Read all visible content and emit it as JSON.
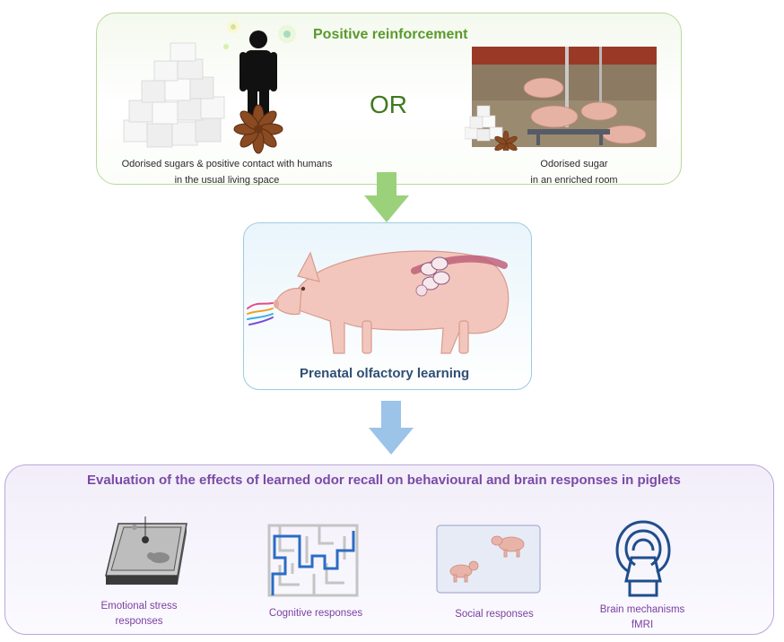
{
  "positive_reinforcement": {
    "title": "Positive reinforcement",
    "or_label": "OR",
    "option_left_caption_line1": "Odorised sugars & positive contact with humans",
    "option_left_caption_line2": "in the usual living space",
    "option_right_caption_line1": "Odorised sugar",
    "option_right_caption_line2": "in an enriched room"
  },
  "prenatal": {
    "title": "Prenatal olfactory learning"
  },
  "evaluation": {
    "title": "Evaluation of the effects of learned odor recall on behavioural and brain responses in piglets",
    "items": [
      {
        "label_line1": "Emotional stress",
        "label_line2": "responses",
        "icon": "open-field-arena-icon"
      },
      {
        "label_line1": "Cognitive responses",
        "label_line2": "",
        "icon": "maze-icon"
      },
      {
        "label_line1": "Social responses",
        "label_line2": "",
        "icon": "piglets-icon"
      },
      {
        "label_line1": "Brain mechanisms",
        "label_line2": "fMRI",
        "icon": "mri-scanner-icon"
      }
    ]
  },
  "colors": {
    "green_title": "#5a9a2c",
    "green_arrow": "#9bd17a",
    "blue_arrow": "#9cc3e8",
    "blue_title": "#2f4f73",
    "purple_title": "#7a4aa6",
    "purple_label": "#7a3fa0",
    "mri_blue": "#1f4e8c"
  }
}
